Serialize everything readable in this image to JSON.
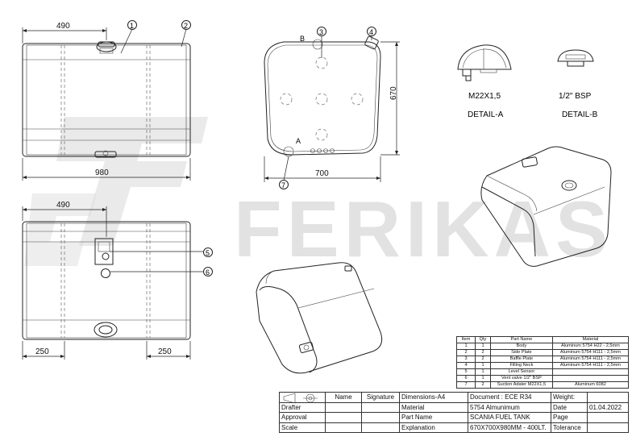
{
  "watermark": {
    "brand": "FERIKAS"
  },
  "views": {
    "top_view": {
      "dim_offset": "490",
      "dim_length": "980",
      "balloons": [
        "1",
        "2"
      ]
    },
    "bottom_view": {
      "dim_offset": "490",
      "dim_left_inset": "250",
      "dim_right_inset": "250",
      "balloons": [
        "5",
        "6"
      ]
    },
    "side_view": {
      "dim_width": "700",
      "dim_height": "670",
      "balloons": [
        "3",
        "4",
        "7"
      ],
      "detail_marks": [
        "B",
        "A"
      ]
    },
    "detail_a": {
      "thread": "M22X1,5",
      "label": "DETAIL-A"
    },
    "detail_b": {
      "thread": "1/2\" BSP",
      "label": "DETAIL-B"
    }
  },
  "parts_list": {
    "headers": [
      "Item",
      "Qty",
      "Part Name",
      "Material"
    ],
    "rows": [
      [
        "1",
        "1",
        "Body",
        "Aluminum 5754 H22 - 2,5mm"
      ],
      [
        "2",
        "2",
        "Side Plate",
        "Aluminum 5754 H111 - 2,5mm"
      ],
      [
        "3",
        "2",
        "Baffle Plate",
        "Aluminum 5754 H111 - 2,5mm"
      ],
      [
        "4",
        "1",
        "Filling Neck",
        "Aluminum 5754 H111 - 2,5mm"
      ],
      [
        "5",
        "1",
        "Level Sensor",
        ""
      ],
      [
        "6",
        "1",
        "Vent valve 1/2\" BSP",
        ""
      ],
      [
        "7",
        "2",
        "Suction Adater M22X1,5",
        "Aluminum 6082"
      ]
    ]
  },
  "title_block": {
    "name_label": "Name",
    "signature_label": "Signature",
    "dimensions_label": "Dimensions-A4",
    "document_label": "Document : ECE R34",
    "weight_label": "Weight:",
    "drafter_label": "Drafter",
    "material_label": "Material",
    "material_value": "5754 Almunimum",
    "date_label": "Date",
    "date_value": "01.04.2022",
    "approval_label": "Approval",
    "part_name_label": "Part Name",
    "part_name_value": "SCANIA FUEL TANK",
    "page_label": "Page",
    "scale_label": "Scale",
    "explanation_label": "Explanation",
    "explanation_value": "670X700X980MM - 400LT.",
    "tolerance_label": "Tolerance"
  }
}
